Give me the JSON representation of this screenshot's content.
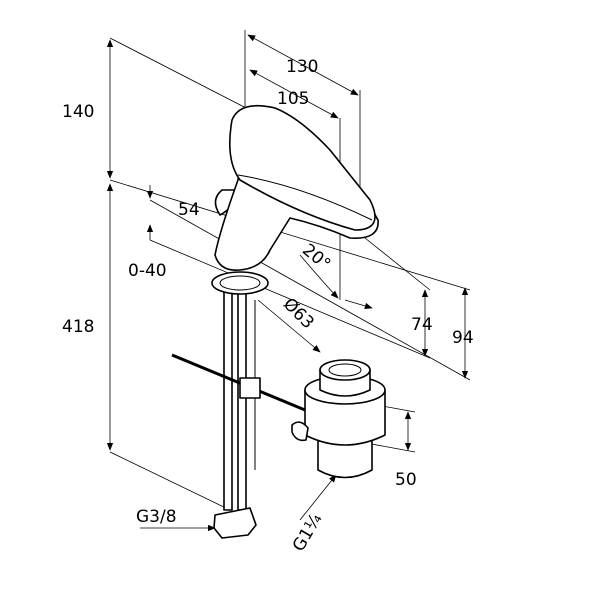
{
  "dimensions": {
    "width_130": "130",
    "width_105": "105",
    "height_140": "140",
    "reach_54": "54",
    "adjust_0_40": "0-40",
    "angle_20": "20°",
    "length_418": "418",
    "diameter_63": "Ø63",
    "height_74": "74",
    "height_94": "94",
    "drain_50": "50",
    "thread_g38": "G3/8",
    "thread_g114": "G1¼"
  }
}
